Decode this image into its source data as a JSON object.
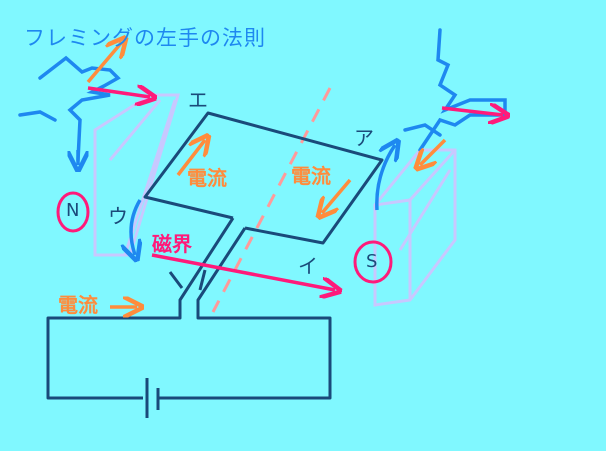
{
  "title": "フレミングの左手の法則",
  "labels": {
    "e": "エ",
    "a": "ア",
    "u": "ウ",
    "i": "イ"
  },
  "current_labels": [
    "電流",
    "電流",
    "電流"
  ],
  "magnetic_field_label": "磁界",
  "poles": {
    "north": "N",
    "south": "S"
  },
  "colors": {
    "background": "#80f8ff",
    "hand": "#1e88f0",
    "current": "#ff8c3c",
    "field": "#ff1a7a",
    "circuit": "#1a4a7a",
    "magnet": "#c8c8ff"
  }
}
